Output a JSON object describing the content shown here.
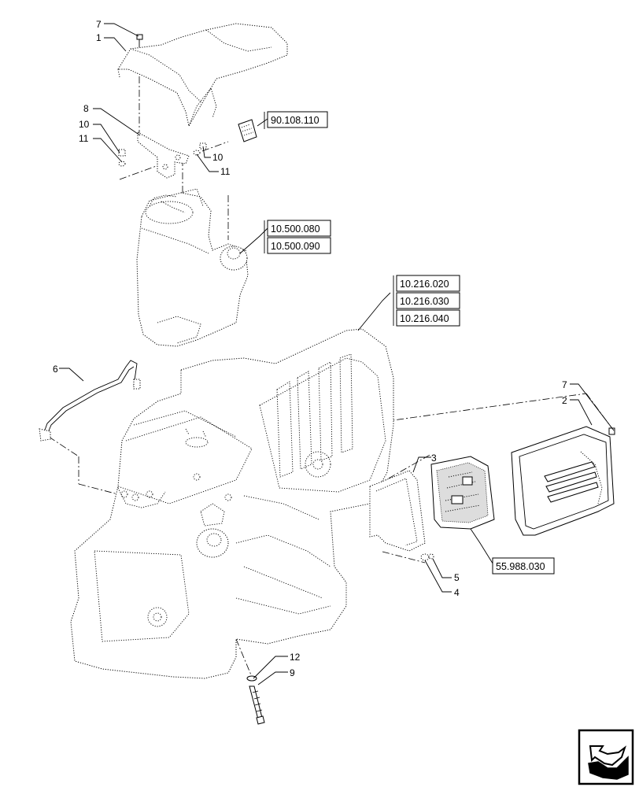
{
  "callouts": {
    "c7_top": "7",
    "c1": "1",
    "c8": "8",
    "c10_left": "10",
    "c11_left": "11",
    "c10_right": "10",
    "c11_right": "11",
    "c6": "6",
    "c7_right": "7",
    "c2": "2",
    "c3": "3",
    "c5": "5",
    "c4": "4",
    "c12": "12",
    "c9": "9"
  },
  "references": {
    "r_90_108_110": "90.108.110",
    "r_10_500_080": "10.500.080",
    "r_10_500_090": "10.500.090",
    "r_10_216_020": "10.216.020",
    "r_10_216_030": "10.216.030",
    "r_10_216_040": "10.216.040",
    "r_55_988_030": "55.988.030"
  },
  "nav_icon": "next-page-arrow-icon"
}
